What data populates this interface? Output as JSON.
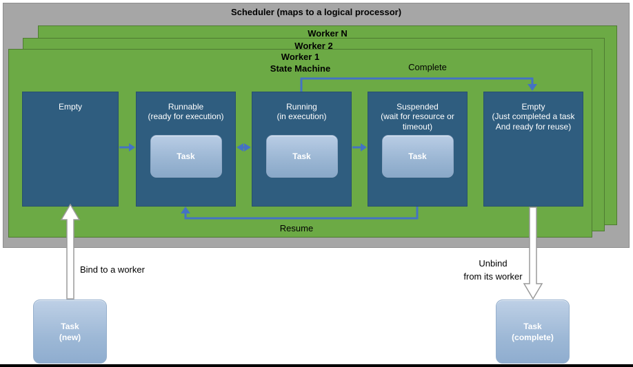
{
  "scheduler": {
    "title": "Scheduler (maps to a logical processor)"
  },
  "workers": {
    "worker_n": {
      "label": "Worker N"
    },
    "worker_2": {
      "label": "Worker 2"
    },
    "worker_1": {
      "label": "Worker 1",
      "subtitle": "State Machine"
    }
  },
  "states": [
    {
      "label": "Empty",
      "sublabel": ""
    },
    {
      "label": "Runnable",
      "sublabel": "(ready for execution)",
      "task_label": "Task"
    },
    {
      "label": "Running",
      "sublabel": "(in execution)",
      "task_label": "Task"
    },
    {
      "label": "Suspended",
      "sublabel": "(wait for resource or timeout)",
      "task_label": "Task"
    },
    {
      "label": "Empty",
      "sublabel": "(Just completed a task And ready for reuse)"
    }
  ],
  "transitions": {
    "complete_label": "Complete",
    "resume_label": "Resume",
    "bind_label": "Bind to a worker",
    "unbind_label": {
      "line1": "Unbind",
      "line2": "from its worker"
    }
  },
  "external_tasks": {
    "new": {
      "label": "Task",
      "sublabel": "(new)"
    },
    "complete": {
      "label": "Task",
      "sublabel": "(complete)"
    }
  },
  "colors": {
    "scheduler_bg": "#a6a6a6",
    "worker_bg": "#6caa45",
    "state_bg": "#2f5d7f",
    "arrow_blue": "#4472c4",
    "block_arrow_fill": "#ffffff",
    "block_arrow_stroke": "#9a9a9a",
    "task_gradient_top": "#b9cde5",
    "task_gradient_bottom": "#89a8c8"
  }
}
